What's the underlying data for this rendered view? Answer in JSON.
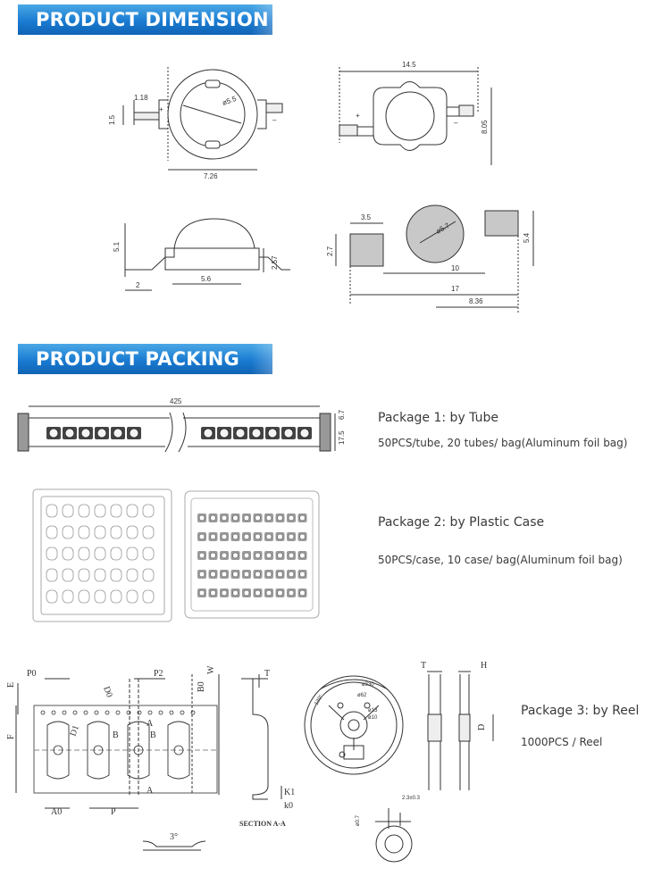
{
  "sections": {
    "dimension_title": "PRODUCT DIMENSION",
    "packing_title": "PRODUCT PACKING"
  },
  "dimensions": {
    "top_view": {
      "d1": "1.18",
      "d2": "1.5",
      "d3": "ø5.5",
      "d4": "7.26",
      "plus": "+",
      "minus": "–"
    },
    "top_view2": {
      "d1": "14.5",
      "d2": "8.05",
      "plus": "+",
      "minus": "–"
    },
    "side_view": {
      "d1": "5.1",
      "d2": "2.57",
      "d3": "2",
      "d4": "5.6"
    },
    "pads": {
      "d1": "3.5",
      "d2": "2.7",
      "d3": "ø5.7",
      "d4": "5.4",
      "d5": "10",
      "d6": "17",
      "d7": "8.36"
    }
  },
  "tube_dims": {
    "length": "425",
    "h1": "6.7",
    "h2": "17.5"
  },
  "reel_labels": {
    "P0": "P0",
    "P2": "P2",
    "D0": "D0",
    "D1": "D1",
    "E": "E",
    "F": "F",
    "W": "W",
    "B0": "B0",
    "A0": "A0",
    "P": "P",
    "A": "A",
    "B": "B",
    "T": "T",
    "K1": "K1",
    "k0": "k0",
    "section": "SECTION A-A",
    "angle": "3°",
    "T2": "T",
    "H": "H",
    "D": "D",
    "r1": "ø330",
    "r2": "ø62",
    "r3": "ø13",
    "r4": "ø10",
    "r5": "2.3±0.3",
    "r6": "120°",
    "r7": "ø0.7"
  },
  "packages": [
    {
      "title": "Package 1: by Tube",
      "desc": "50PCS/tube, 20 tubes/ bag(Aluminum foil bag)"
    },
    {
      "title": "Package 2: by Plastic Case",
      "desc": "50PCS/case, 10 case/ bag(Aluminum foil bag)"
    },
    {
      "title": "Package 3: by Reel",
      "desc": "1000PCS / Reel"
    }
  ],
  "colors": {
    "banner": "#1a7bd1",
    "line": "#333333",
    "pad": "#c8c8c8"
  }
}
